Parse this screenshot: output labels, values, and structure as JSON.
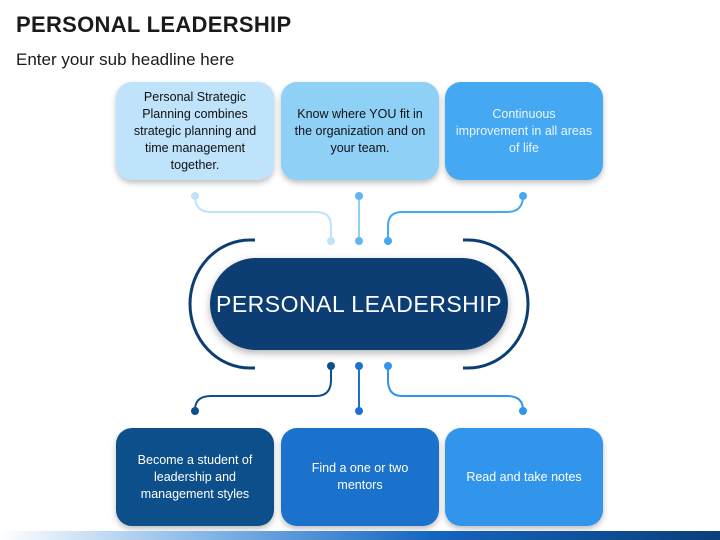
{
  "header": {
    "title": "PERSONAL LEADERSHIP",
    "subtitle": "Enter your sub headline here"
  },
  "center": {
    "label": "PERSONAL LEADERSHIP"
  },
  "top_boxes": [
    {
      "text": "Personal Strategic Planning combines strategic planning and time management together."
    },
    {
      "text": "Know where YOU fit in the organization and on your team."
    },
    {
      "text": "Continuous improvement in all areas of life"
    }
  ],
  "bottom_boxes": [
    {
      "text": "Become a student of leadership and management styles"
    },
    {
      "text": "Find a one or two mentors"
    },
    {
      "text": "Read and take notes"
    }
  ],
  "colors": {
    "top_1": "#bfe3fb",
    "top_2": "#8fd0f7",
    "top_3": "#45a8f2",
    "bottom_1": "#0c4f8a",
    "bottom_2": "#1b72cc",
    "bottom_3": "#3295ec",
    "center": "#0c3d73"
  }
}
